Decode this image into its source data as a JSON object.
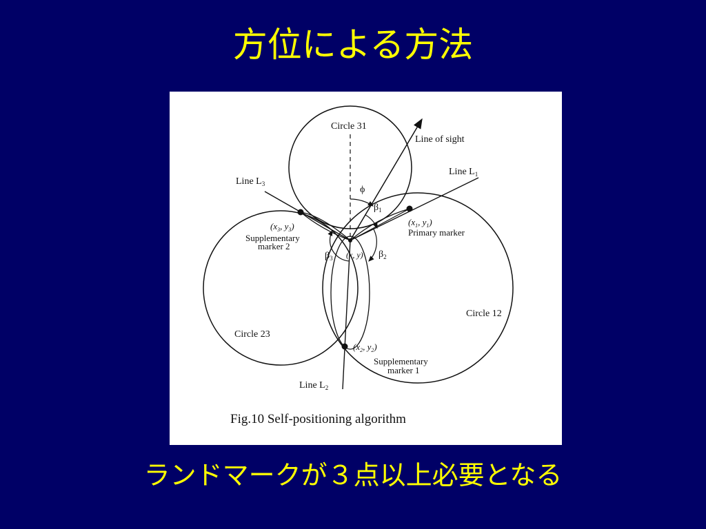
{
  "slide": {
    "title": "方位による方法",
    "subtitle": "ランドマークが３点以上必要となる",
    "background_color": "#000066",
    "text_color": "#ffff00"
  },
  "figure": {
    "caption": "Fig.10 Self-positioning algorithm",
    "circles": {
      "c31": "Circle 31",
      "c12": "Circle 12",
      "c23": "Circle 23"
    },
    "lines": {
      "line_of_sight": "Line of sight",
      "l1": "Line L",
      "l1_sub": "1",
      "l2": "Line L",
      "l2_sub": "2",
      "l3": "Line L",
      "l3_sub": "3"
    },
    "angles": {
      "phi": "ϕ",
      "beta": "β",
      "b1_sub": "1",
      "b2_sub": "2",
      "b3_sub": "3"
    },
    "markers": {
      "primary": {
        "coord_open": "(x",
        "coord_sub1": "1",
        "coord_mid": ", y",
        "coord_sub2": "1",
        "coord_close": ")",
        "name": "Primary marker"
      },
      "supp1": {
        "coord_open": "(x",
        "coord_sub1": "2",
        "coord_mid": ", y",
        "coord_sub2": "2",
        "coord_close": ")",
        "name_line1": "Supplementary",
        "name_line2": "marker 1"
      },
      "supp2": {
        "coord_open": "(x",
        "coord_sub1": "3",
        "coord_mid": ", y",
        "coord_sub2": "3",
        "coord_close": ")",
        "name_line1": "Supplementary",
        "name_line2": "marker 2"
      },
      "origin": "(x, y)"
    }
  }
}
